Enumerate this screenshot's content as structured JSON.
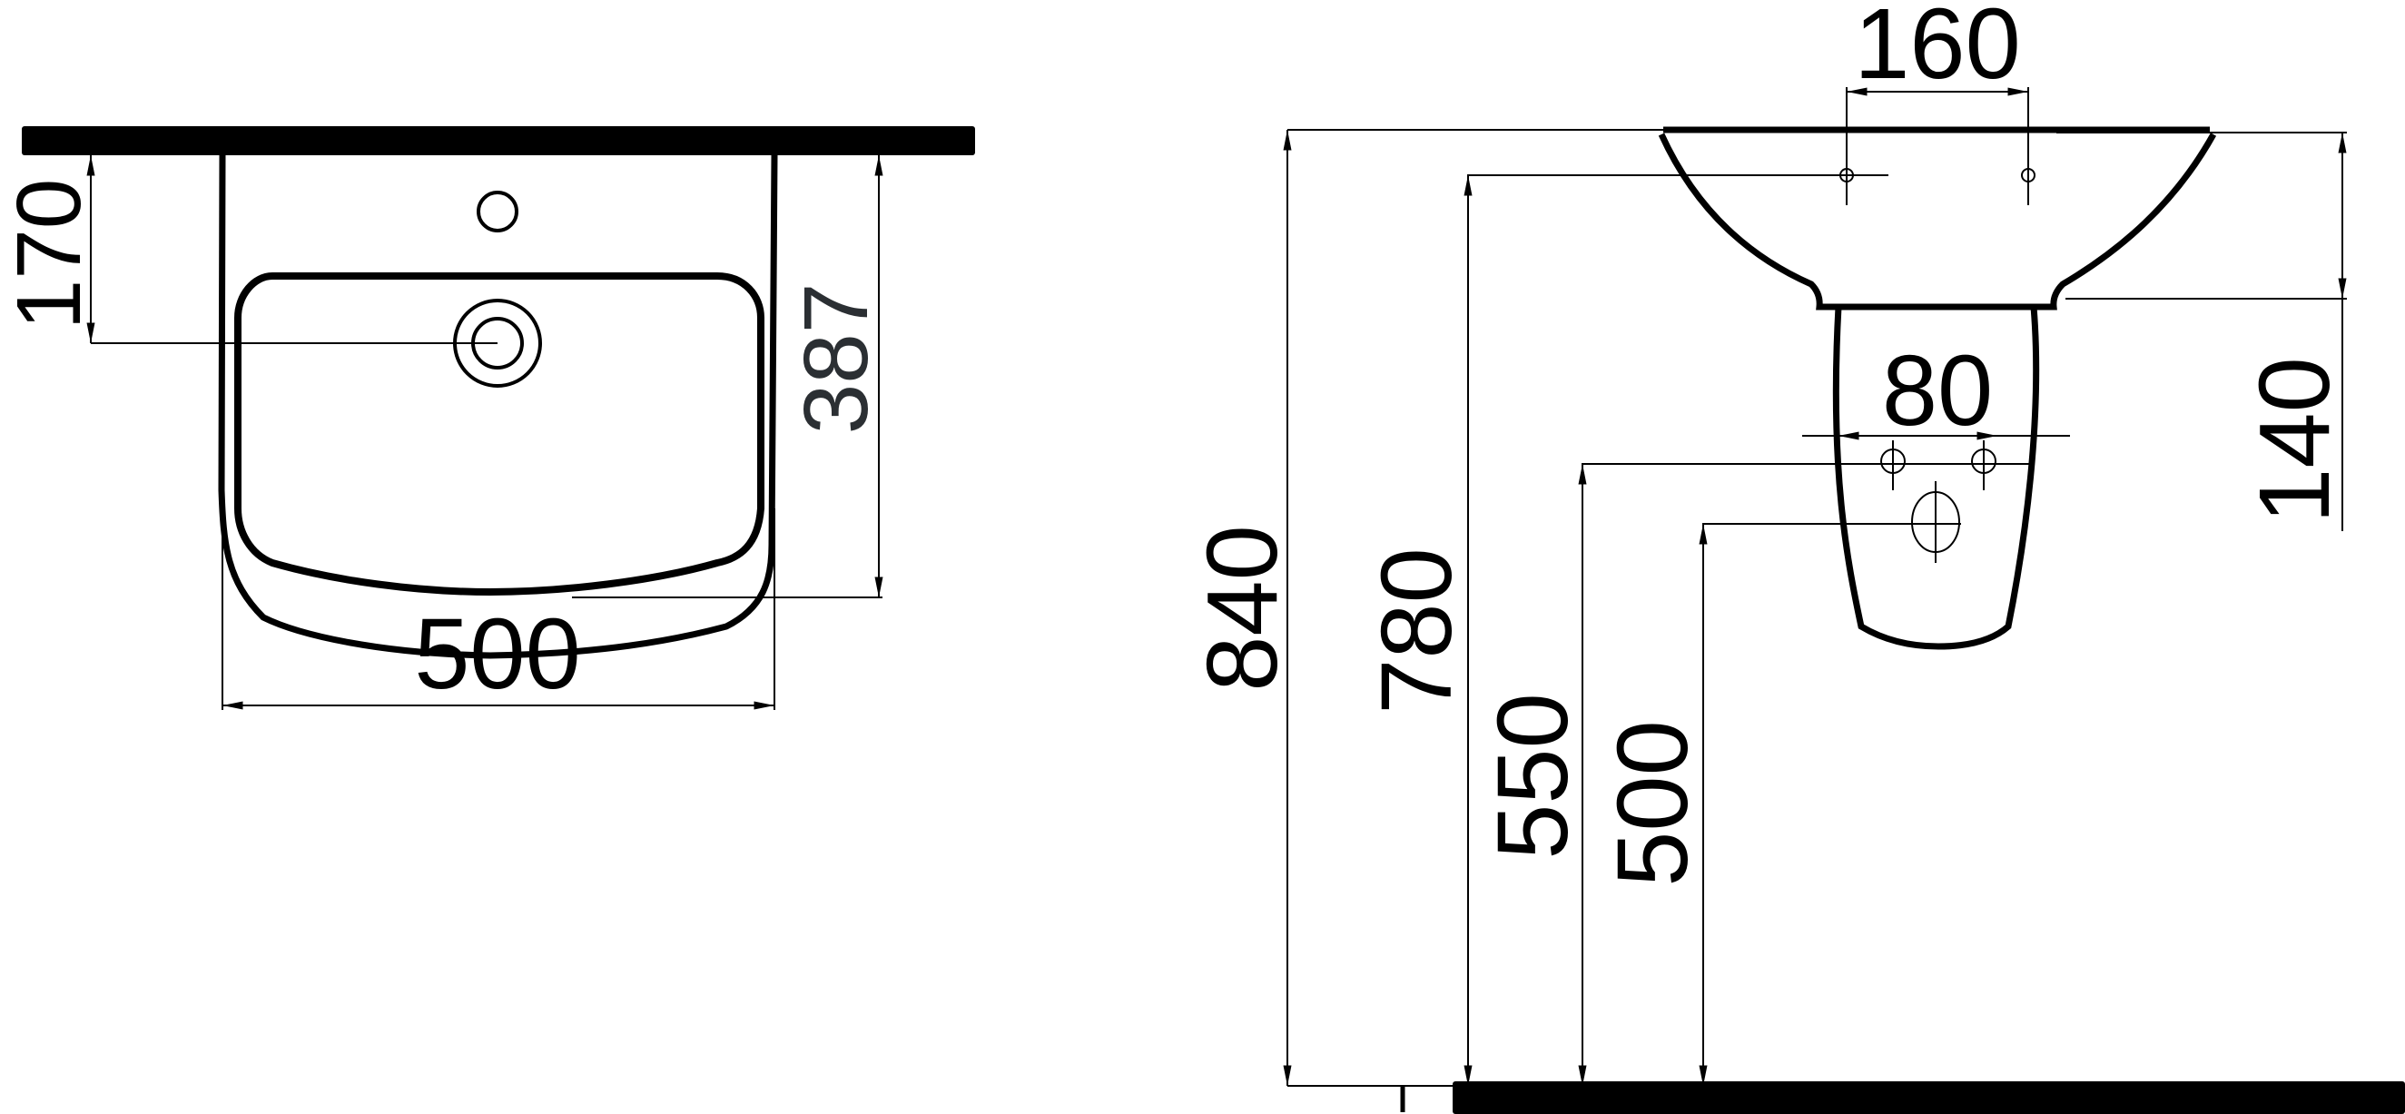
{
  "drawing": {
    "type": "technical drawing",
    "subject": "wall-hung washbasin with semi-pedestal",
    "units": "mm"
  },
  "top_view": {
    "dimensions": {
      "tap_hole_to_wall": "170",
      "depth": "387",
      "width": "500"
    }
  },
  "side_view": {
    "dimensions": {
      "fixing_centers": "160",
      "basin_height": "140",
      "waste_centers": "80",
      "top_height": "840",
      "fixing_height": "780",
      "supply_height": "550",
      "waste_height": "500"
    }
  },
  "colors": {
    "line": "#000000",
    "background": "#ffffff"
  }
}
